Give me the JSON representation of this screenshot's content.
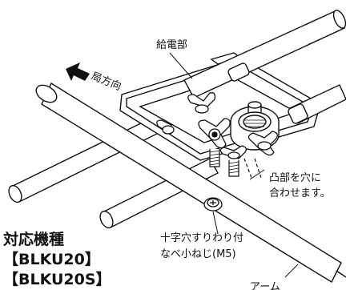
{
  "labels": {
    "power_unit": "給電部",
    "direction": "局方向",
    "boss_to_hole_line1": "凸部を穴に",
    "boss_to_hole_line2": "合わせます。",
    "screw_line1": "十字穴すりわり付",
    "screw_line2": "なべ小ねじ(M5)",
    "arm": "アーム"
  },
  "models": {
    "heading": "対応機種",
    "model_1": "【BLKU20】",
    "model_2": "【BLKU20S】"
  },
  "colors": {
    "line": "#111111",
    "fill": "#ffffff"
  }
}
